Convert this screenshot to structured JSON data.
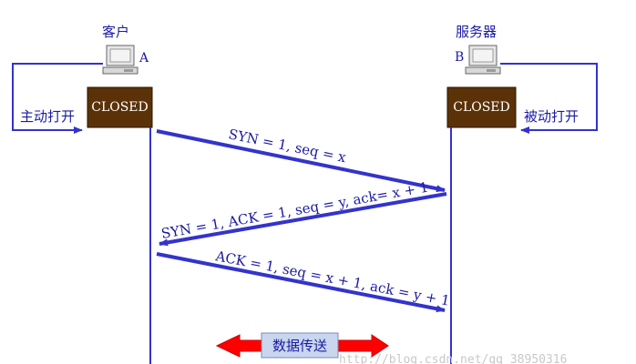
{
  "client": {
    "title": "客户",
    "host_label": "A",
    "state": "CLOSED",
    "open_label": "主动打开"
  },
  "server": {
    "title": "服务器",
    "host_label": "B",
    "state": "CLOSED",
    "open_label": "被动打开"
  },
  "messages": [
    {
      "text": "SYN = 1, seq = x"
    },
    {
      "text": "SYN = 1, ACK = 1, seq = y, ack= x + 1"
    },
    {
      "text": "ACK = 1, seq = x + 1, ack = y + 1"
    }
  ],
  "data_transfer": {
    "label": "数据传送"
  },
  "watermark": "http://blog.csdn.net/qq_38950316",
  "colors": {
    "line": "#3333cc",
    "text": "#1a1aa0",
    "closed_fill": "#5b3208",
    "data_arrow": "#ff0000",
    "data_box": "#c9d6ee"
  },
  "icons": {
    "host": "computer-icon"
  }
}
